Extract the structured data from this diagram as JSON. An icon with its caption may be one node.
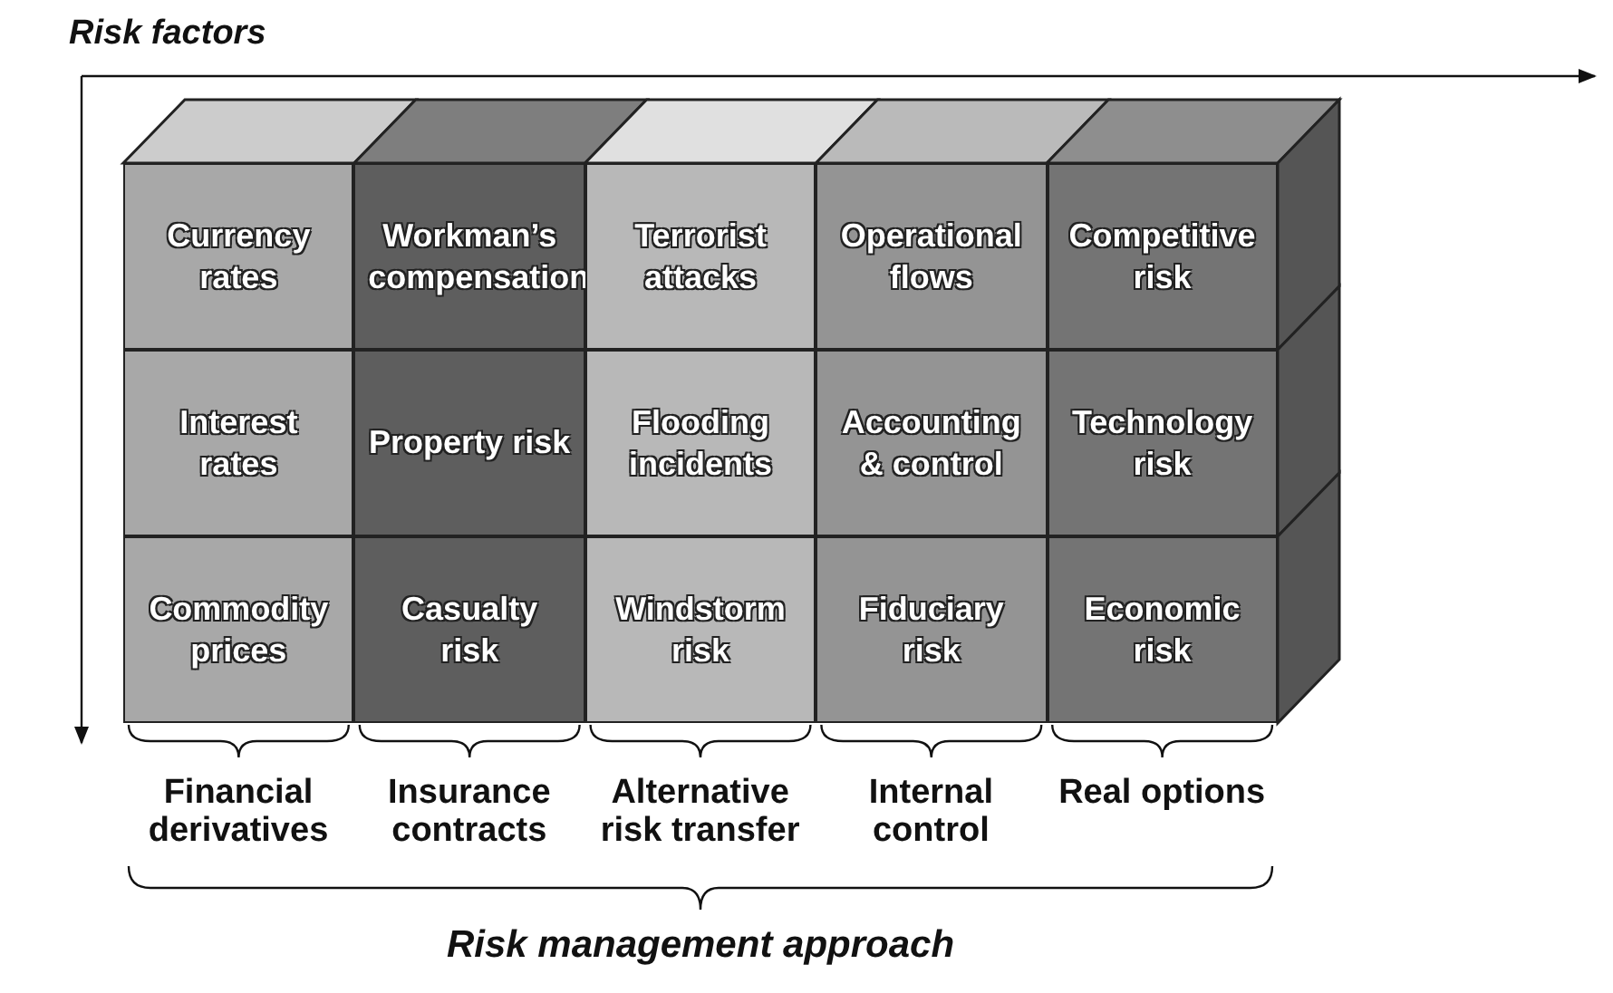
{
  "diagram": {
    "title": "Risk factors",
    "caption": "Risk management approach",
    "nodes": [
      {
        "text": [
          "Currency rates"
        ]
      },
      {
        "text": [
          "Workman’s compensation"
        ]
      },
      {
        "text": [
          "Terrorist attacks"
        ]
      },
      {
        "text": [
          "Operational flows"
        ]
      },
      {
        "text": [
          "Competitive risk"
        ]
      },
      {
        "text": [
          "Interest rates"
        ]
      },
      {
        "text": [
          "Property risk"
        ]
      },
      {
        "text": [
          "Flooding incidents"
        ]
      },
      {
        "text": [
          "Accounting & control"
        ]
      },
      {
        "text": [
          "Technology risk"
        ]
      },
      {
        "text": [
          "Commodity prices"
        ]
      },
      {
        "text": [
          "Casualty risk"
        ]
      },
      {
        "text": [
          "Windstorm risk"
        ]
      },
      {
        "text": [
          "Fiduciary risk"
        ]
      },
      {
        "text": [
          "Economic risk"
        ]
      }
    ],
    "labels": [
      "Financial derivatives",
      "Insurance contracts",
      "Alternative risk transfer",
      "Internal control",
      "Real options"
    ]
  }
}
